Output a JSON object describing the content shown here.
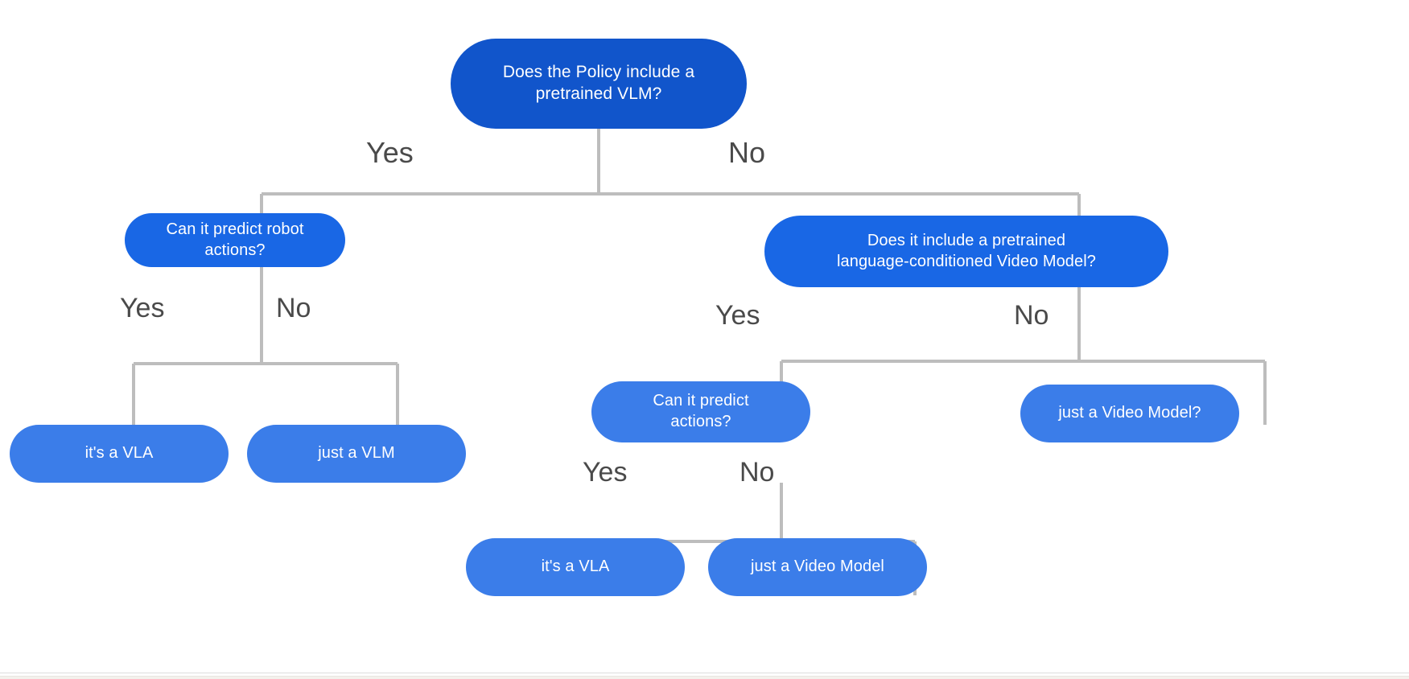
{
  "diagram": {
    "title": "VLA / VLM / Video Model decision tree",
    "colors": {
      "root_fill": "#1155CB",
      "branch_fill": "#1967E5",
      "leaf_fill": "#3B7DE9",
      "connector": "#BDBDBD",
      "label_text": "#4A4A4A",
      "node_text": "#FFFFFF",
      "background": "#FFFFFF"
    },
    "nodes": {
      "root": "Does the Policy include a\npretrained VLM?",
      "branch_left": "Can it predict robot\nactions?",
      "branch_right": "Does it include a pretrained\nlanguage-conditioned Video Model?",
      "leaf_vla_left": "it's a VLA",
      "leaf_vlm": "just a VLM",
      "branch_mid": "Can it predict\nactions?",
      "leaf_video_model_q": "just a Video Model?",
      "leaf_vla_bottom": "it's a VLA",
      "leaf_video_model": "just a Video Model"
    },
    "edge_labels": {
      "root_yes": "Yes",
      "root_no": "No",
      "left_yes": "Yes",
      "left_no": "No",
      "right_yes": "Yes",
      "right_no": "No",
      "mid_yes": "Yes",
      "mid_no": "No"
    }
  }
}
